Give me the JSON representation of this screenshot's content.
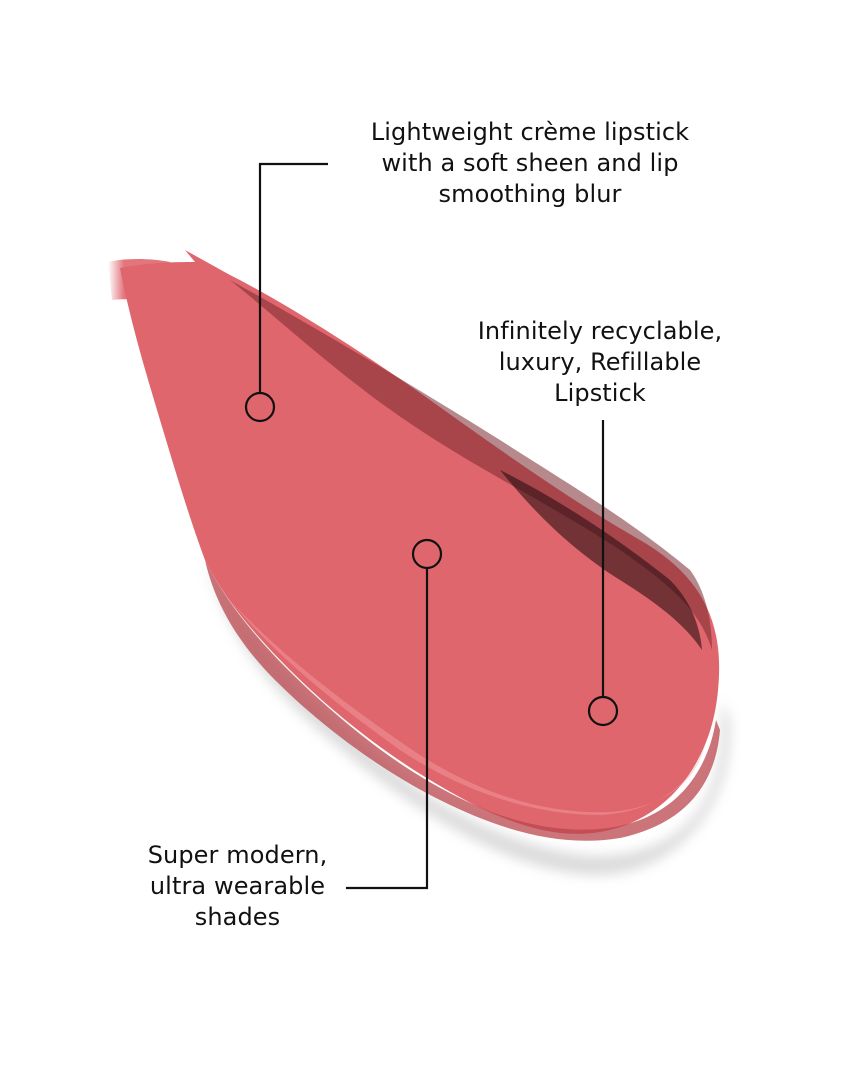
{
  "image": {
    "subject": "lipstick-swatch",
    "swatch_color": "#e0666d",
    "swatch_shadow_color": "#b9474f",
    "swatch_highlight_color": "#f08a8f",
    "background": "#ffffff",
    "line_color": "#111111"
  },
  "callouts": [
    {
      "id": "texture",
      "lines": [
        "Lightweight crème lipstick",
        "with a soft sheen and lip",
        "smoothing blur"
      ]
    },
    {
      "id": "packaging",
      "lines": [
        "Infinitely recyclable,",
        "luxury, Refillable",
        "Lipstick"
      ]
    },
    {
      "id": "shades",
      "lines": [
        "Super modern,",
        "ultra wearable",
        "shades"
      ]
    }
  ]
}
